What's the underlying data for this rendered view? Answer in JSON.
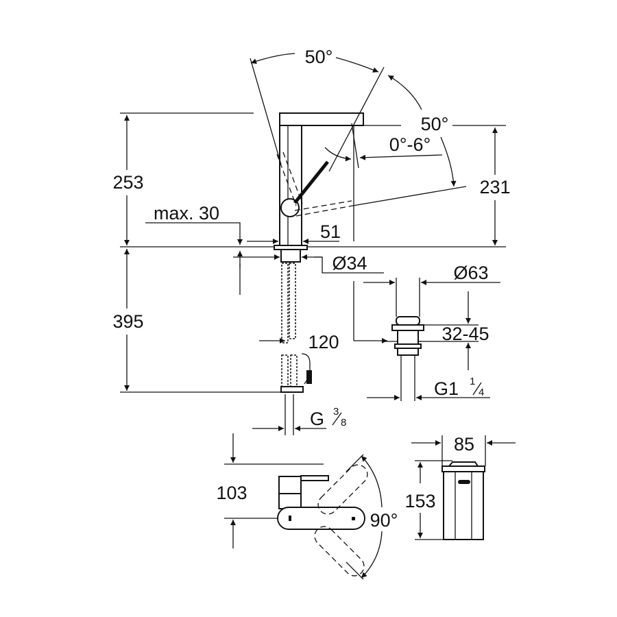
{
  "drawing": {
    "spout_swing_angle": "50°",
    "lever_angle": "50°",
    "spout_tilt": "0°-6°",
    "height_total": "253",
    "outlet_height": "231",
    "max_deck_thickness": "max. 30",
    "body_width": "51",
    "mount_diameter": "Ø34",
    "drain_diameter": "Ø63",
    "hose_length": "395",
    "hose_offset": "120",
    "drain_range": "32-45",
    "drain_thread_main": "G1",
    "drain_thread_num": "1",
    "drain_thread_den": "4",
    "hose_thread_main": "G",
    "hose_thread_num": "3",
    "hose_thread_den": "8",
    "plan_height": "103",
    "lever_rotation": "90°",
    "cartridge_width": "85",
    "cartridge_height": "153"
  }
}
